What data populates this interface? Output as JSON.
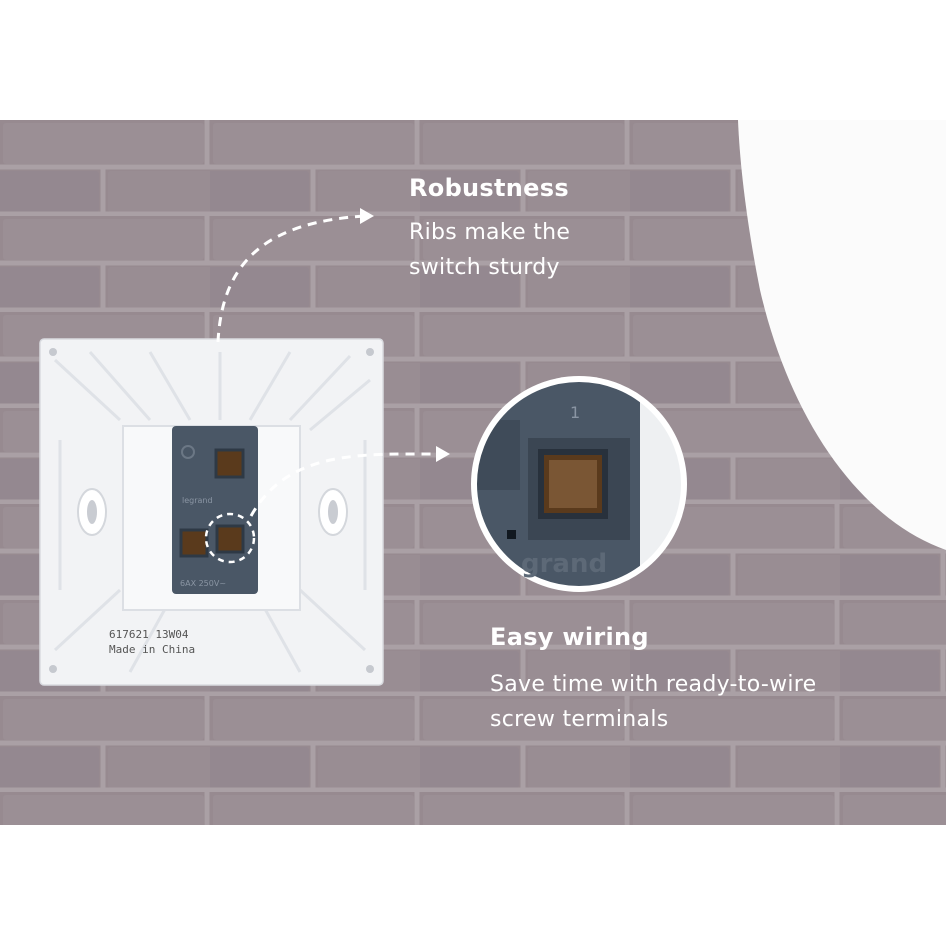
{
  "callouts": {
    "robustness": {
      "title": "Robustness",
      "lines": [
        "Ribs make the",
        "switch sturdy"
      ]
    },
    "wiring": {
      "title": "Easy wiring",
      "lines": [
        "Save time with ready-to-wire",
        "screw terminals"
      ]
    }
  },
  "product_markings": {
    "model_code": "617621   13W04",
    "origin": "Made in China",
    "module_brand": "legrand",
    "rating": "6AX 250V~",
    "terminal_number": "1",
    "zoom_brand_fragment": "grand"
  },
  "colors": {
    "brick_wall": "#978a90",
    "mortar": "#a99fa4",
    "switch_plate": "#f2f3f5",
    "module_body": "#4a5766",
    "terminal_brass": "#5a3a1c",
    "callout_text": "#ffffff"
  }
}
